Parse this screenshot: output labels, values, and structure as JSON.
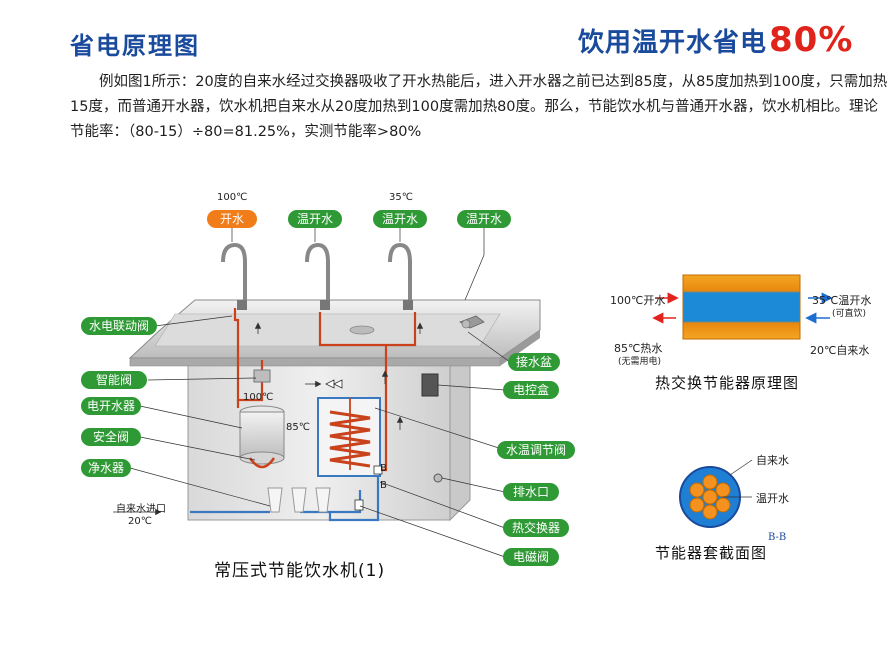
{
  "header": {
    "left_title": "省电原理图",
    "right_title": "饮用温开水省电",
    "right_percent": "80%"
  },
  "intro": {
    "text": "例如图1所示：20度的自来水经过交换器吸收了开水热能后，进入开水器之前已达到85度，从85度加热到100度，只需加热15度，而普通开水器，饮水机把自来水从20度加热到100度需加热80度。那么，节能饮水机与普通开水器，饮水机相比。理论节能率：（80-15）÷80=81.25%，实测节能率>80%"
  },
  "machine": {
    "caption": "常压式节能饮水机(1)",
    "top_temps": [
      "100℃",
      "35℃"
    ],
    "faucet_labels": [
      "开水",
      "温开水",
      "温开水",
      "温开水"
    ],
    "left_labels": [
      "水电联动阀",
      "智能阀",
      "电开水器",
      "安全阀",
      "净水器"
    ],
    "right_labels": [
      "接水盆",
      "电控盒",
      "水温调节阀",
      "排水口",
      "热交换器",
      "电磁阀"
    ],
    "inner_temps": [
      "100℃",
      "85℃"
    ],
    "inlet_label": "自来水进口",
    "inlet_temp": "20℃",
    "valve_letters": [
      "B",
      "B"
    ]
  },
  "exchanger": {
    "caption": "热交换节能器原理图",
    "left_top": "100℃开水",
    "left_bottom": "85℃热水",
    "left_bottom_note": "(无需用电)",
    "right_top": "35℃温开水",
    "right_top_note": "(可直饮)",
    "right_bottom": "20℃自来水"
  },
  "section": {
    "caption": "节能器套截面图",
    "tag": "B-B",
    "outer_label": "自来水",
    "inner_label": "温开水"
  },
  "colors": {
    "title_blue": "#1a4a9c",
    "accent_red": "#e0241b",
    "label_green": "#2f9a35",
    "label_orange": "#f07c1a",
    "hot_pipe": "#c9421c",
    "cold_pipe": "#3a78c2"
  }
}
